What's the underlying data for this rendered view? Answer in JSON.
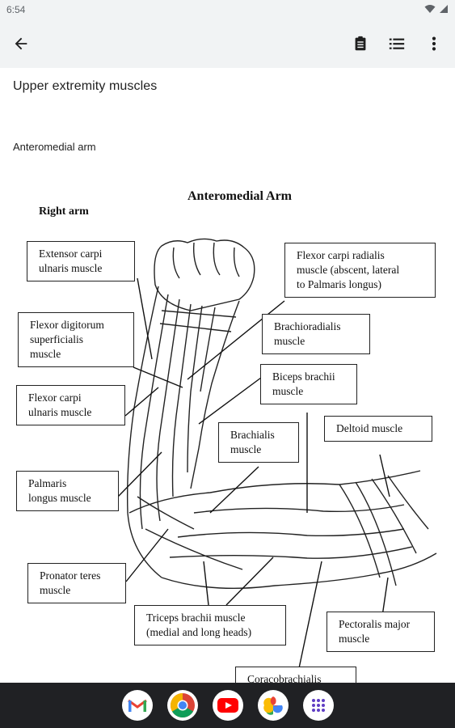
{
  "status": {
    "time": "6:54"
  },
  "document": {
    "title": "Upper extremity muscles",
    "section_title": "Anteromedial arm"
  },
  "figure": {
    "title": "Anteromedial Arm",
    "side_label": "Right arm",
    "labels": {
      "extensor_carpi_ulnaris": "Extensor carpi\nulnaris muscle",
      "flexor_digitorum_superficialis": "Flexor digitorum\nsuperficialis\nmuscle",
      "flexor_carpi_ulnaris": "Flexor carpi\nulnaris muscle",
      "palmaris_longus": "Palmaris\nlongus muscle",
      "pronator_teres": "Pronator teres\nmuscle",
      "flexor_carpi_radialis": "Flexor carpi radialis\nmuscle (abscent, lateral\nto Palmaris longus)",
      "brachioradialis": "Brachioradialis\nmuscle",
      "biceps_brachii": "Biceps brachii\nmuscle",
      "brachialis": "Brachialis\nmuscle",
      "deltoid": "Deltoid muscle",
      "triceps_brachii": "Triceps brachii muscle\n(medial and long heads)",
      "pectoralis_major": "Pectoralis major\nmuscle",
      "coracobrachialis": "Coracobrachialis"
    }
  },
  "icons": {
    "back": "arrow-back-icon",
    "clipboard": "clipboard-icon",
    "list": "list-icon",
    "more": "more-vert-icon"
  },
  "dock": [
    "gmail-icon",
    "chrome-icon",
    "youtube-icon",
    "photos-icon",
    "app-drawer-icon"
  ]
}
